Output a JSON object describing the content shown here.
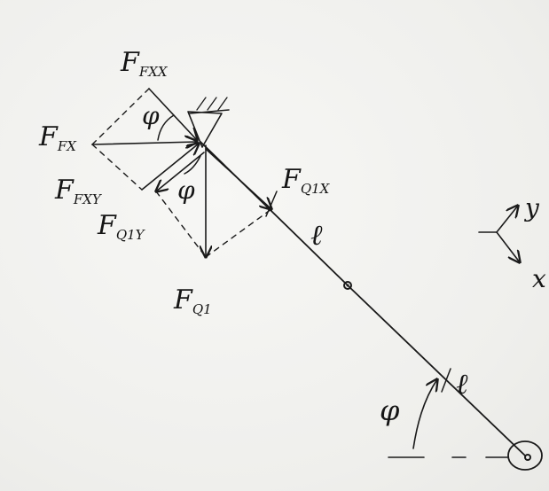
{
  "labels": {
    "f_fxx": {
      "main": "F",
      "sub": "FXX"
    },
    "f_fx": {
      "main": "F",
      "sub": "FX"
    },
    "f_fxy": {
      "main": "F",
      "sub": "FXY"
    },
    "f_q1y": {
      "main": "F",
      "sub": "Q1Y"
    },
    "f_q1x": {
      "main": "F",
      "sub": "Q1X"
    },
    "f_q1": {
      "main": "F",
      "sub": "Q1"
    },
    "phi_top": "φ",
    "phi_mid": "φ",
    "phi_base": "φ",
    "ell_upper": "ℓ",
    "ell_lower": "ℓ",
    "axis_y": "y",
    "axis_x": "x"
  },
  "colors": {
    "ink": "#1a1a1a",
    "paper": "#f2f2f0"
  }
}
